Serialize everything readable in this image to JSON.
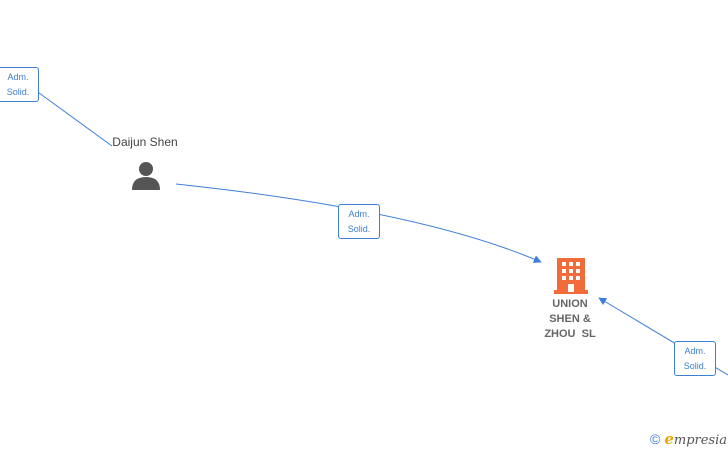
{
  "nodes": {
    "person": {
      "name": "Daijun Shen"
    },
    "company": {
      "name_lines": [
        "UNION",
        "SHEN &",
        "ZHOU  SL"
      ]
    }
  },
  "edges": [
    {
      "label_line1": "Adm.",
      "label_line2": "Solid."
    },
    {
      "label_line1": "Adm.",
      "label_line2": "Solid."
    },
    {
      "label_line1": "Adm.",
      "label_line2": "Solid."
    }
  ],
  "footer": {
    "copyright_symbol": "©",
    "brand_initial": "e",
    "brand_rest": "mpresia"
  },
  "colors": {
    "edge": "#3d7fd6",
    "company_icon": "#f26b3a",
    "person_icon": "#555555"
  }
}
